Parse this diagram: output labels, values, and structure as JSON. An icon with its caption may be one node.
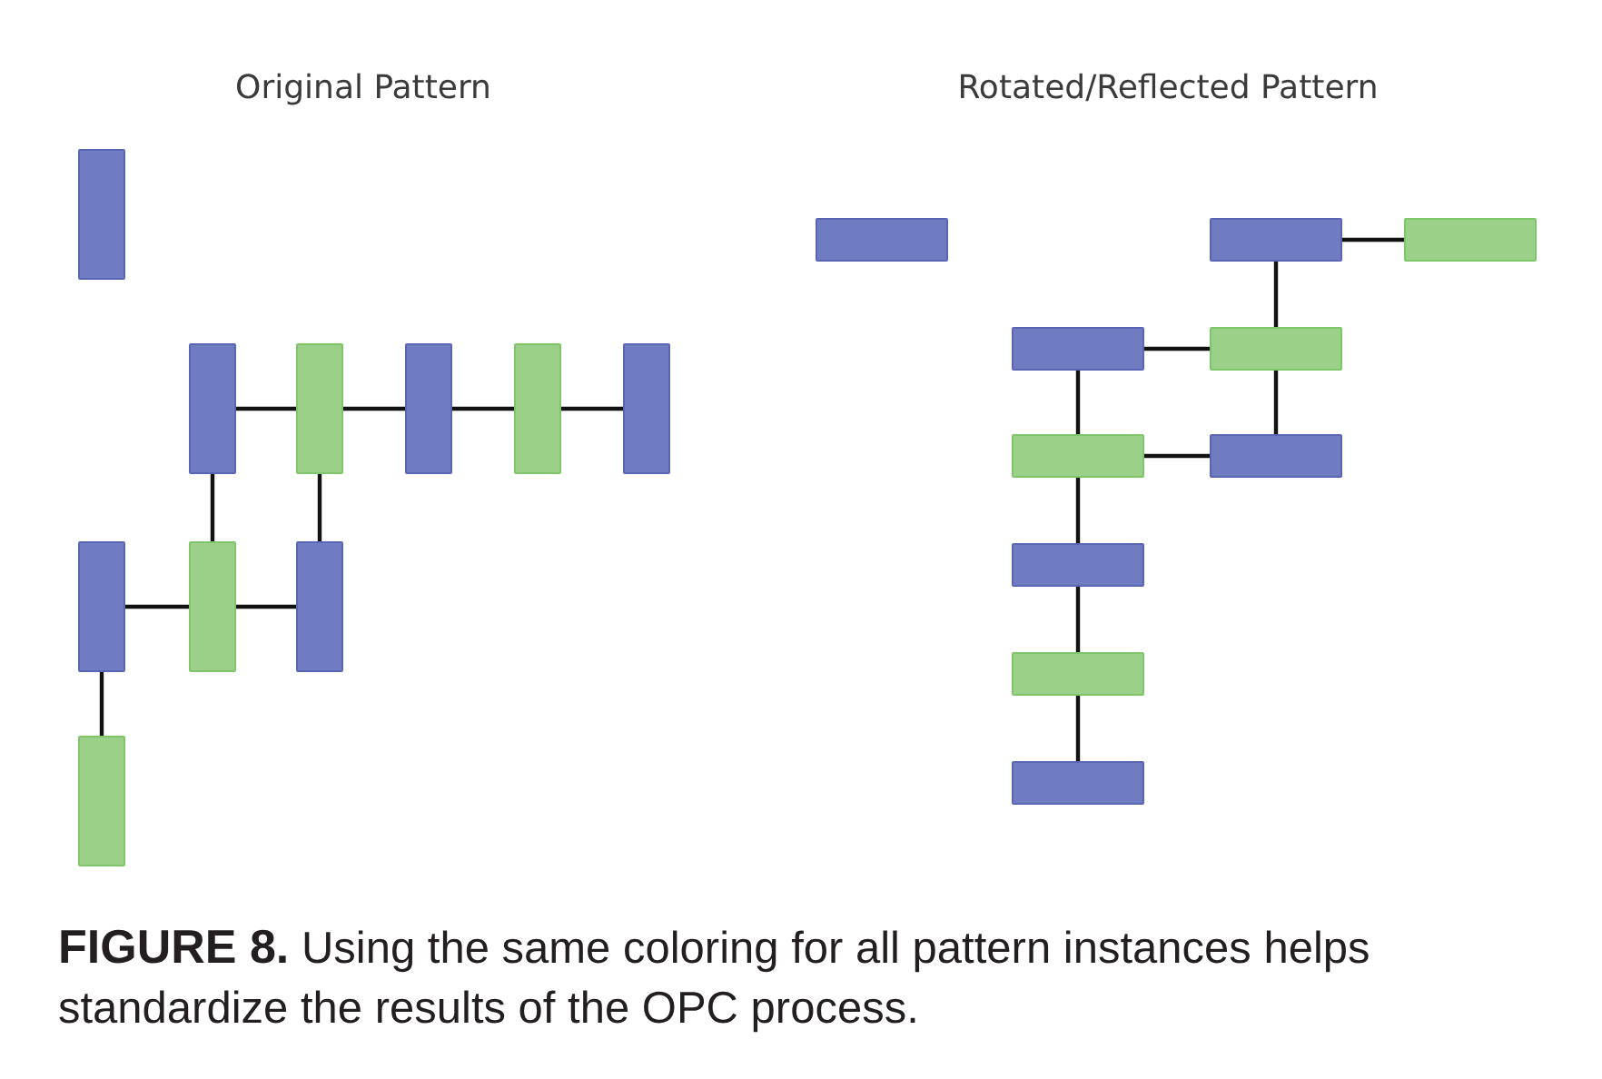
{
  "diagram": {
    "caption": "**FIGURE 8.** Using the same coloring for all pattern instances helps standardize the results of the OPC process.",
    "nodes": [
      {
        "text": [],
        "shape": "bar"
      },
      {
        "text": [],
        "shape": "bar"
      },
      {
        "text": [],
        "shape": "bar"
      },
      {
        "text": [],
        "shape": "bar"
      },
      {
        "text": [],
        "shape": "bar"
      },
      {
        "text": [],
        "shape": "bar"
      },
      {
        "text": [],
        "shape": "bar"
      },
      {
        "text": [],
        "shape": "bar"
      },
      {
        "text": [],
        "shape": "bar"
      },
      {
        "text": [],
        "shape": "bar"
      },
      {
        "text": [],
        "shape": "bar"
      },
      {
        "text": [],
        "shape": "bar"
      },
      {
        "text": [],
        "shape": "bar"
      },
      {
        "text": [],
        "shape": "bar"
      },
      {
        "text": [],
        "shape": "bar"
      },
      {
        "text": [],
        "shape": "bar"
      },
      {
        "text": [],
        "shape": "bar"
      },
      {
        "text": [],
        "shape": "bar"
      },
      {
        "text": [],
        "shape": "bar"
      },
      {
        "text": [],
        "shape": "bar"
      }
    ],
    "edges": [
      {
        "from": 1,
        "to": 2,
        "arrow": "none"
      },
      {
        "from": 2,
        "to": 3,
        "arrow": "none"
      },
      {
        "from": 3,
        "to": 4,
        "arrow": "none"
      },
      {
        "from": 4,
        "to": 5,
        "arrow": "none"
      },
      {
        "from": 1,
        "to": 7,
        "arrow": "none"
      },
      {
        "from": 2,
        "to": 8,
        "arrow": "none"
      },
      {
        "from": 6,
        "to": 7,
        "arrow": "none"
      },
      {
        "from": 7,
        "to": 8,
        "arrow": "none"
      },
      {
        "from": 6,
        "to": 9,
        "arrow": "none"
      },
      {
        "from": 11,
        "to": 12,
        "arrow": "none"
      },
      {
        "from": 11,
        "to": 14,
        "arrow": "none"
      },
      {
        "from": 13,
        "to": 14,
        "arrow": "none"
      },
      {
        "from": 13,
        "to": 15,
        "arrow": "none"
      },
      {
        "from": 14,
        "to": 16,
        "arrow": "none"
      },
      {
        "from": 15,
        "to": 16,
        "arrow": "none"
      },
      {
        "from": 15,
        "to": 17,
        "arrow": "none"
      },
      {
        "from": 17,
        "to": 18,
        "arrow": "none"
      },
      {
        "from": 18,
        "to": 19,
        "arrow": "none"
      }
    ],
    "labels": [
      "Original Pattern",
      "Rotated/Reflected Pattern"
    ]
  }
}
